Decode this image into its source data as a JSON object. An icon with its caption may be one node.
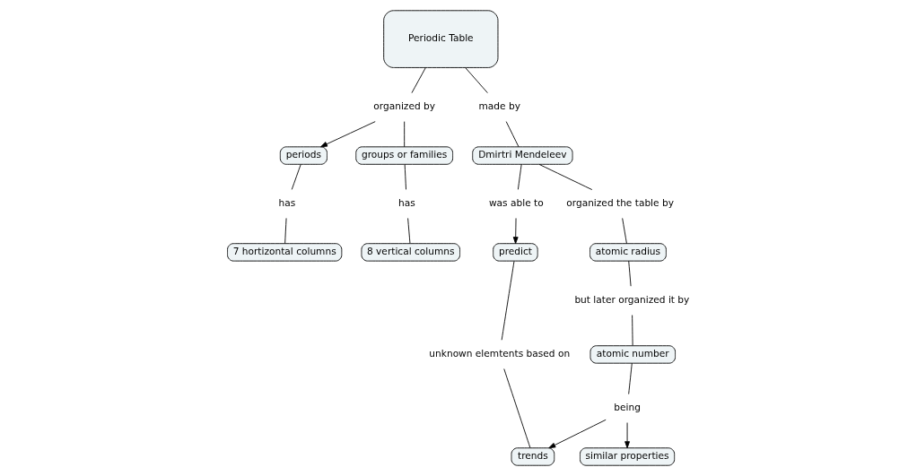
{
  "diagram": {
    "nodes": [
      {
        "text": [
          "Periodic Table"
        ]
      },
      {
        "text": [
          "periods"
        ]
      },
      {
        "text": [
          "organized by"
        ]
      },
      {
        "text": [
          "unknown elemtents based on"
        ]
      },
      {
        "text": [
          "has"
        ]
      },
      {
        "text": [
          "made by"
        ]
      },
      {
        "text": [
          "groups or families"
        ]
      },
      {
        "text": [
          "predict"
        ]
      },
      {
        "text": [
          "was able to"
        ]
      },
      {
        "text": [
          "Dmirtri Mendeleev"
        ]
      },
      {
        "text": [
          "7 hortizontal columns"
        ]
      },
      {
        "text": [
          "has"
        ]
      },
      {
        "text": [
          "organized the table by"
        ]
      },
      {
        "text": [
          "trends"
        ]
      },
      {
        "text": [
          "8 vertical columns"
        ]
      },
      {
        "text": [
          "atomic radius"
        ]
      },
      {
        "text": [
          "being"
        ]
      },
      {
        "text": [
          "but later organized it by"
        ]
      },
      {
        "text": [
          "similar properties"
        ]
      },
      {
        "text": [
          "atomic number"
        ]
      }
    ],
    "edges": [
      {
        "from": 0,
        "to": 2,
        "arrow": "none"
      },
      {
        "from": 2,
        "to": 1,
        "arrow": "to"
      },
      {
        "from": 2,
        "to": 6,
        "arrow": "none"
      },
      {
        "from": 1,
        "to": 4,
        "arrow": "none"
      },
      {
        "from": 4,
        "to": 10,
        "arrow": "none"
      },
      {
        "from": 6,
        "to": 11,
        "arrow": "none"
      },
      {
        "from": 11,
        "to": 14,
        "arrow": "none"
      },
      {
        "from": 0,
        "to": 5,
        "arrow": "none"
      },
      {
        "from": 5,
        "to": 9,
        "arrow": "none"
      },
      {
        "from": 9,
        "to": 8,
        "arrow": "none"
      },
      {
        "from": 8,
        "to": 7,
        "arrow": "to"
      },
      {
        "from": 7,
        "to": 3,
        "arrow": "none"
      },
      {
        "from": 3,
        "to": 13,
        "arrow": "none"
      },
      {
        "from": 9,
        "to": 12,
        "arrow": "none"
      },
      {
        "from": 12,
        "to": 15,
        "arrow": "none"
      },
      {
        "from": 15,
        "to": 17,
        "arrow": "none"
      },
      {
        "from": 17,
        "to": 19,
        "arrow": "none"
      },
      {
        "from": 19,
        "to": 16,
        "arrow": "none"
      },
      {
        "from": 16,
        "to": 13,
        "arrow": "to"
      },
      {
        "from": 16,
        "to": 18,
        "arrow": "to"
      }
    ]
  }
}
